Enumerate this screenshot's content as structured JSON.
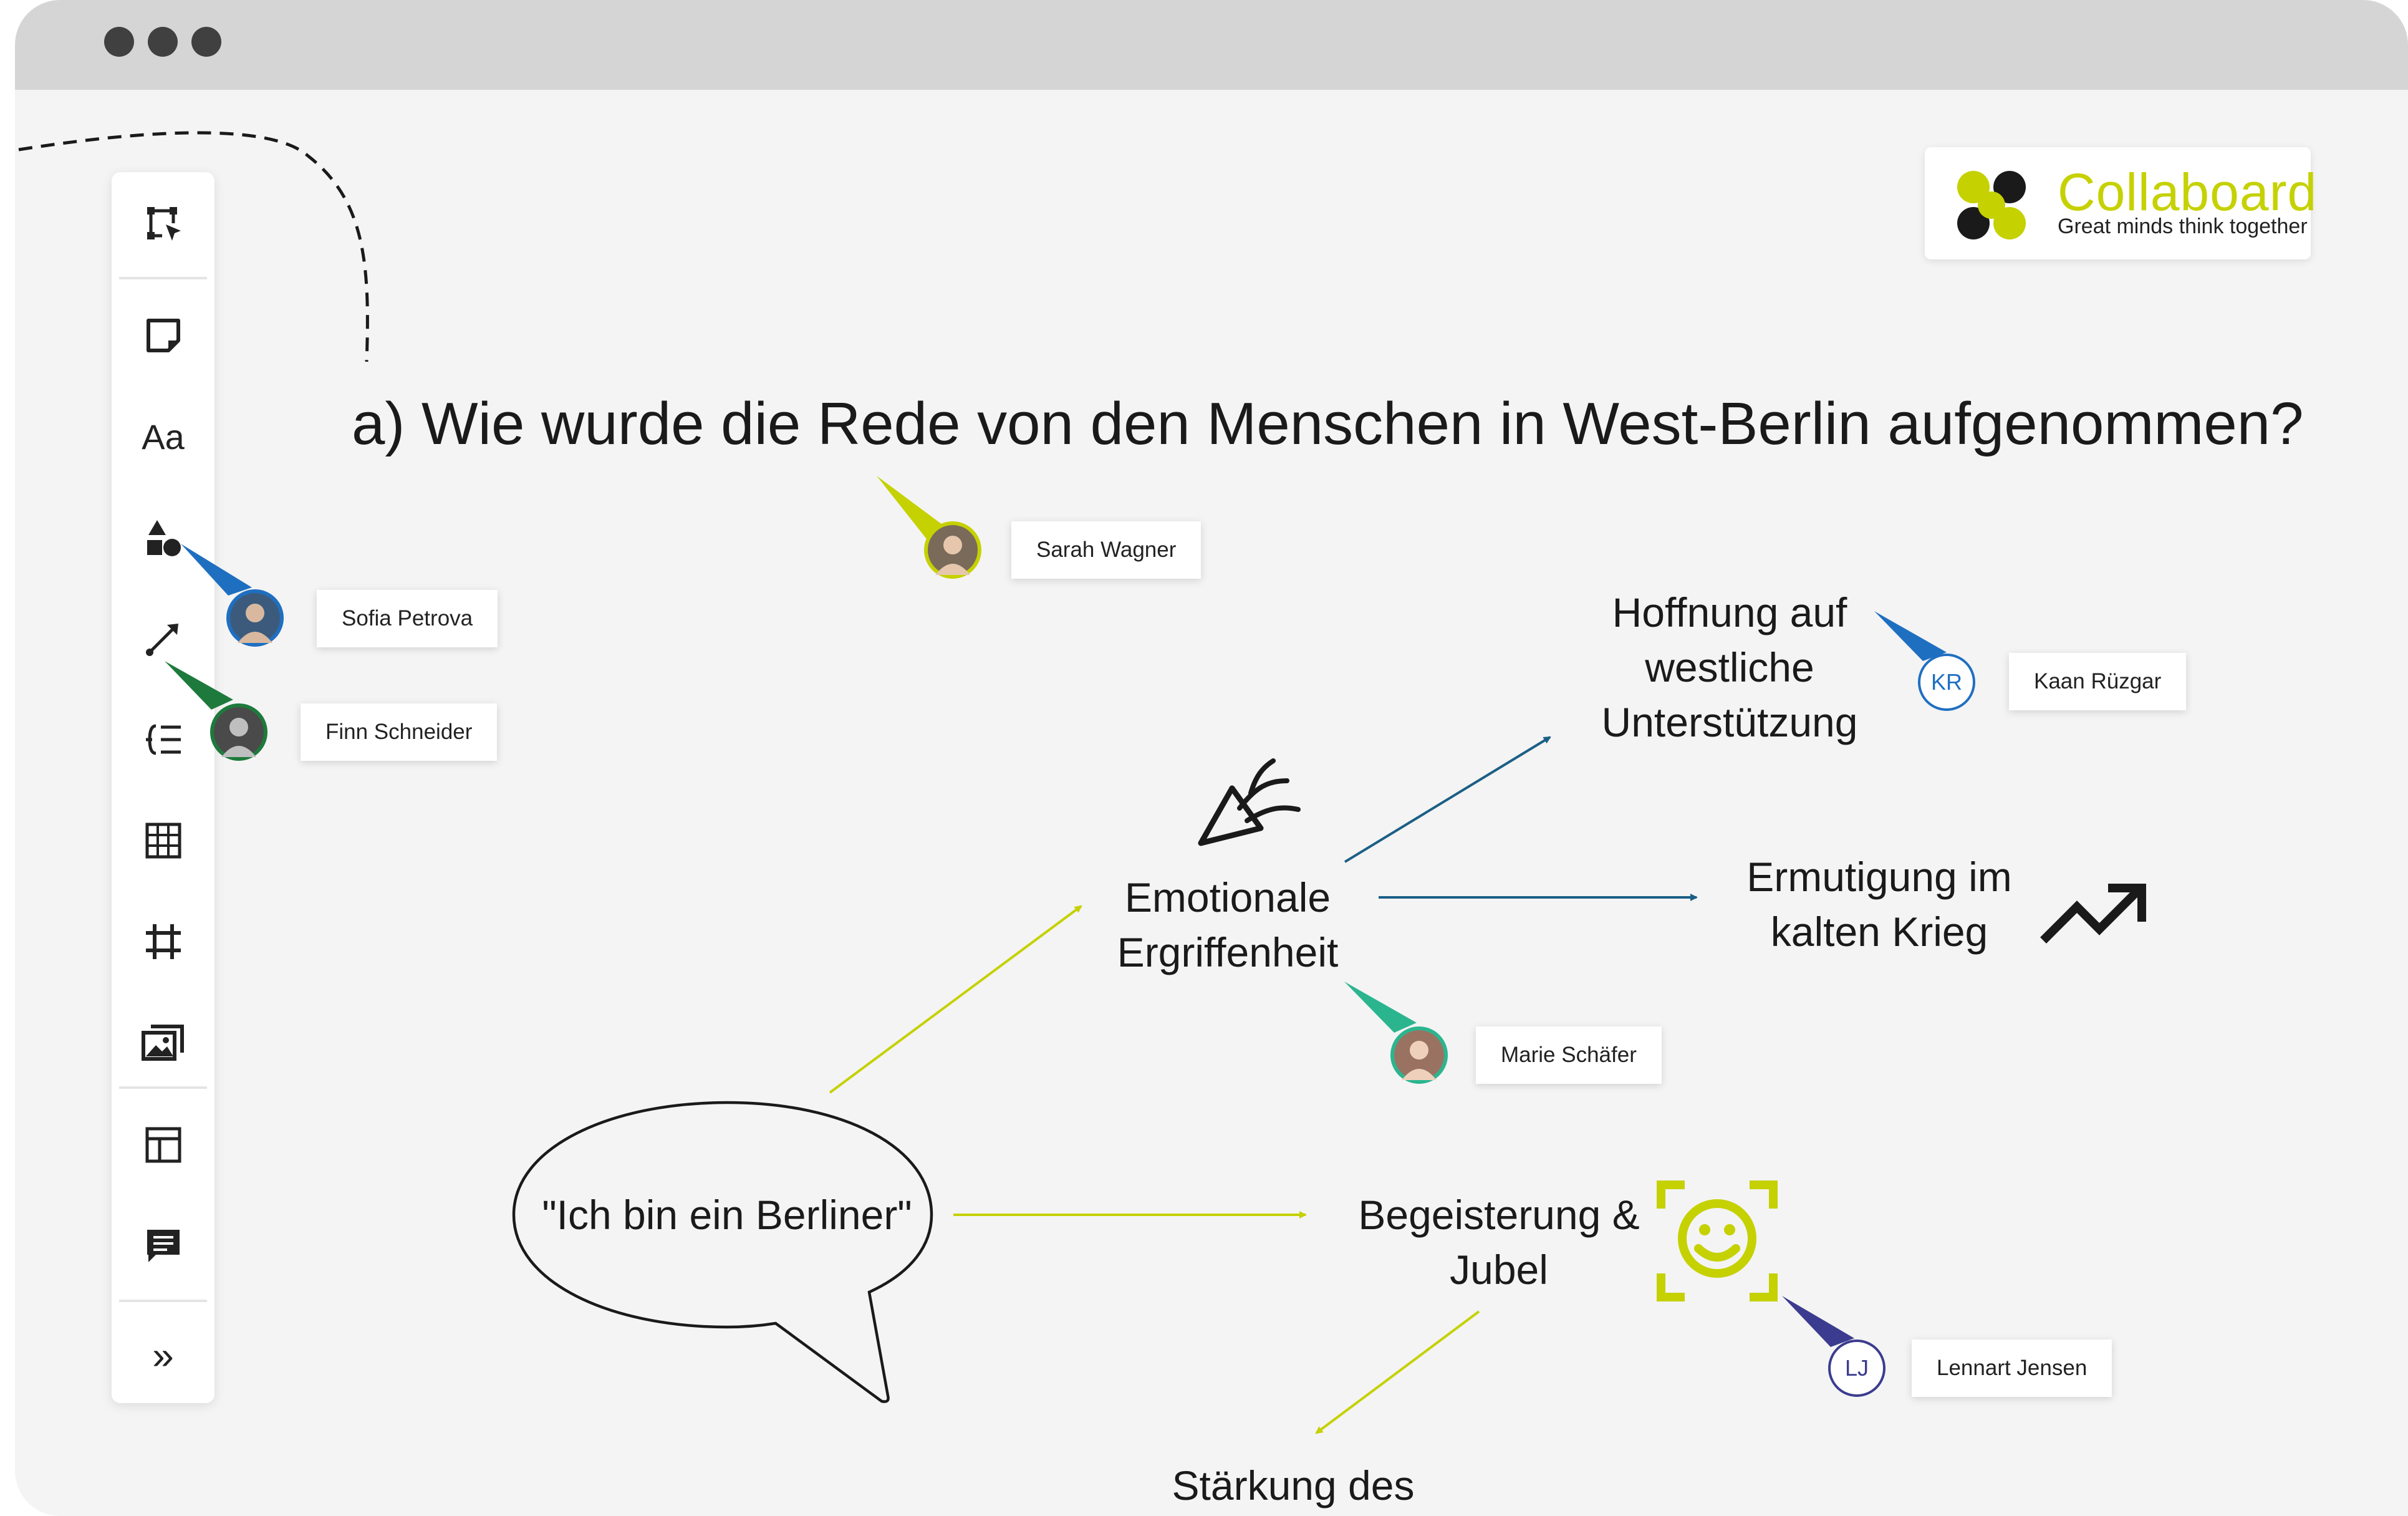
{
  "brand": {
    "name": "Collaboard",
    "tagline": "Great minds think together",
    "accent": "#c5d100"
  },
  "canvas": {
    "question": "a) Wie wurde die Rede von den Menschen in West-Berlin aufgenommen?",
    "speech_bubble": "\"Ich bin ein Berliner\"",
    "nodes": {
      "emotional": [
        "Emotionale",
        "Ergriffenheit"
      ],
      "hope": [
        "Hoffnung auf",
        "westliche",
        "Unterstützung"
      ],
      "encouragement": [
        "Ermutigung im",
        "kalten Krieg"
      ],
      "enthusiasm": [
        "Begeisterung &",
        "Jubel"
      ],
      "strengthening": [
        "Stärkung des"
      ]
    }
  },
  "toolbar": {
    "tools": [
      {
        "name": "select-tool",
        "icon": "select-icon"
      },
      {
        "name": "sticky-note-tool",
        "icon": "sticky-note-icon"
      },
      {
        "name": "text-tool",
        "icon": "text-icon",
        "label": "Aa"
      },
      {
        "name": "shapes-tool",
        "icon": "shapes-icon"
      },
      {
        "name": "connector-tool",
        "icon": "arrow-icon"
      },
      {
        "name": "mindmap-tool",
        "icon": "mindmap-icon"
      },
      {
        "name": "table-tool",
        "icon": "table-icon"
      },
      {
        "name": "frame-tool",
        "icon": "frame-icon"
      },
      {
        "name": "media-tool",
        "icon": "image-icon"
      },
      {
        "name": "template-tool",
        "icon": "layout-icon"
      },
      {
        "name": "comment-tool",
        "icon": "comment-icon"
      },
      {
        "name": "expand-toolbar",
        "icon": "double-chevron-right-icon",
        "label": "»"
      }
    ]
  },
  "collaborators": [
    {
      "name": "Sarah Wagner",
      "color": "#c5d100"
    },
    {
      "name": "Sofia Petrova",
      "color": "#1f6fc1"
    },
    {
      "name": "Finn Schneider",
      "color": "#1e7a3c"
    },
    {
      "name": "Kaan Rüzgar",
      "initials": "KR",
      "color": "#1f6fc1"
    },
    {
      "name": "Marie Schäfer",
      "color": "#2bb58f"
    },
    {
      "name": "Lennart Jensen",
      "initials": "LJ",
      "color": "#3b3c8f"
    }
  ]
}
